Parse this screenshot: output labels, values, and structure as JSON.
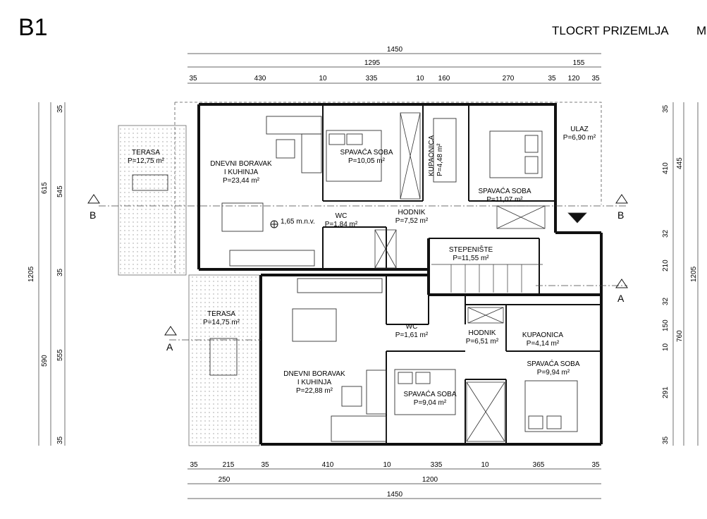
{
  "sheet": {
    "code": "B1",
    "title": "TLOCRT PRIZEMLJA",
    "title_tail": "M"
  },
  "rooms": {
    "terrace_top": {
      "name": "TERASA",
      "area": "P=12,75 m²"
    },
    "living_top": {
      "name1": "DNEVNI BORAVAK",
      "name2": "I KUHINJA",
      "area": "P=23,44 m²"
    },
    "bedroom_1": {
      "name": "SPAVAĆA SOBA",
      "area": "P=10,05 m²"
    },
    "bathroom_top": {
      "name": "KUPAONICA",
      "area": "P=4,48 m²"
    },
    "bedroom_2": {
      "name": "SPAVAĆA SOBA",
      "area": "P=11,07 m²"
    },
    "entrance": {
      "name": "ULAZ",
      "area": "P=6,90 m²"
    },
    "wc_top": {
      "name": "WC",
      "area": "P=1,84 m²"
    },
    "hall_top": {
      "name": "HODNIK",
      "area": "P=7,52 m²"
    },
    "stairs": {
      "name": "STEPENIŠTE",
      "area": "P=11,55 m²"
    },
    "terrace_bottom": {
      "name": "TERASA",
      "area": "P=14,75 m²"
    },
    "wc_bottom": {
      "name": "WC",
      "area": "P=1,61 m²"
    },
    "hall_bottom": {
      "name": "HODNIK",
      "area": "P=6,51 m²"
    },
    "bathroom_bottom": {
      "name": "KUPAONICA",
      "area": "P=4,14 m²"
    },
    "bedroom_3": {
      "name": "SPAVAĆA SOBA",
      "area": "P=9,94 m²"
    },
    "living_bottom": {
      "name1": "DNEVNI BORAVAK",
      "name2": "I KUHINJA",
      "area": "P=22,88 m²"
    },
    "bedroom_4": {
      "name": "SPAVAĆA SOBA",
      "area": "P=9,04 m²"
    }
  },
  "level": "1,65 m.n.v.",
  "sections": {
    "b": "B",
    "a": "A"
  },
  "dims": {
    "top_total": "1450",
    "top_a": "1295",
    "top_b": "155",
    "top_row": [
      "35",
      "430",
      "10",
      "335",
      "10",
      "160",
      "270",
      "35",
      "120",
      "35"
    ],
    "bottom_row": [
      "35",
      "215",
      "35",
      "410",
      "10",
      "335",
      "10",
      "365",
      "35"
    ],
    "bottom_a": "250",
    "bottom_b": "1200",
    "bottom_total": "1450",
    "left_total": "1205",
    "left_top": "615",
    "left_bottom": "590",
    "left_inner": [
      "35",
      "545",
      "35",
      "555",
      "35"
    ],
    "right_total": "1205",
    "right_a": "445",
    "right_b": "760",
    "right_inner": [
      "35",
      "410",
      "32",
      "210",
      "32",
      "150",
      "10",
      "291",
      "35"
    ]
  }
}
